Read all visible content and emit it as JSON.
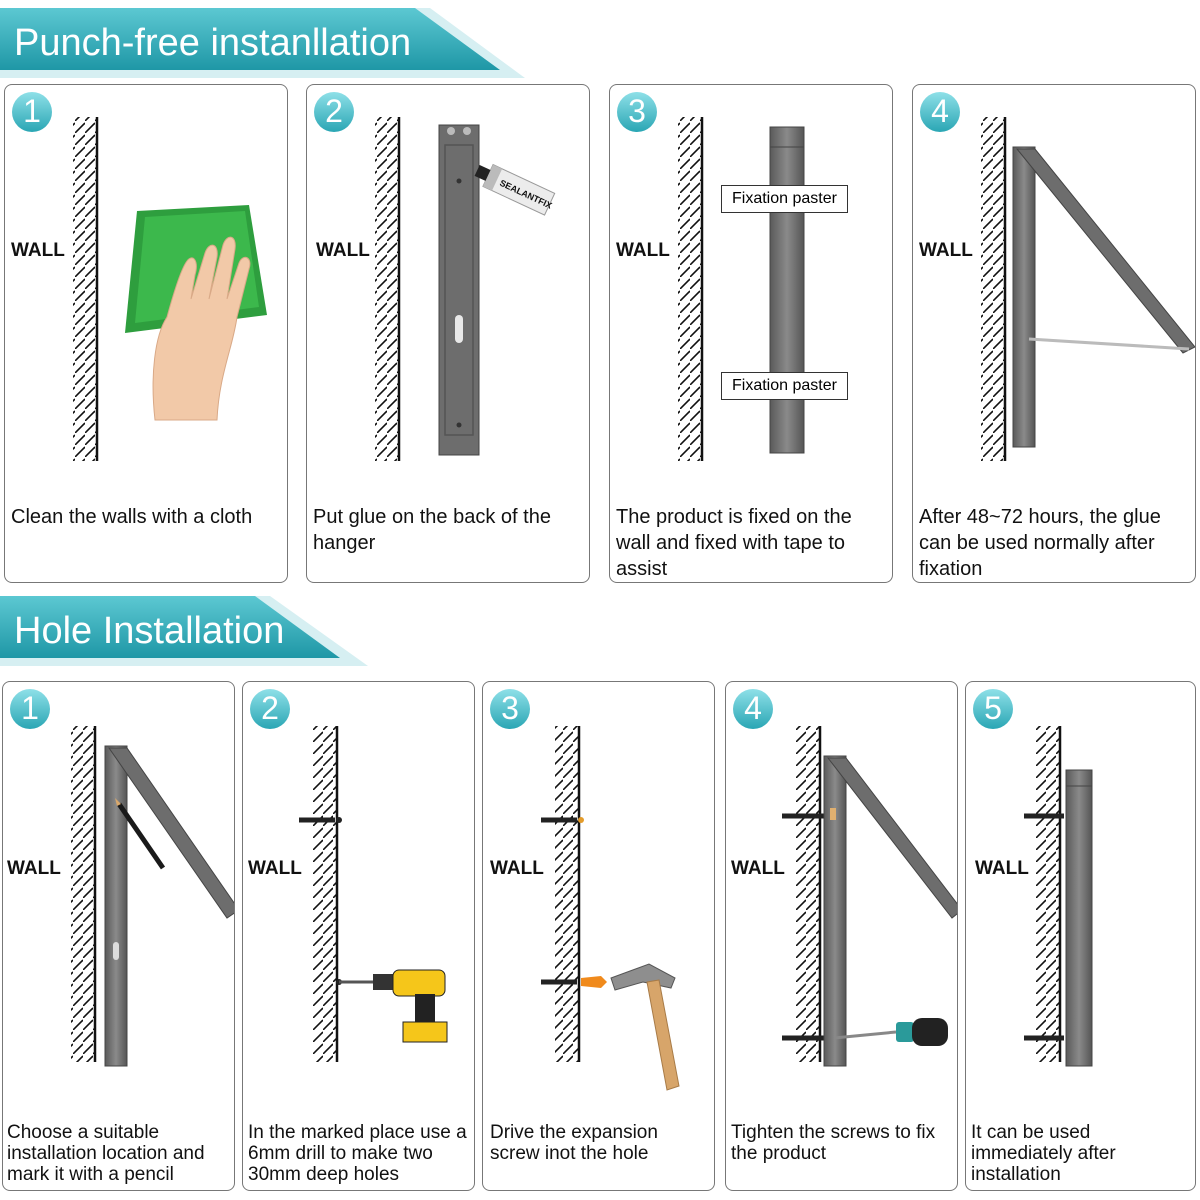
{
  "colors": {
    "banner_teal": "#2aa6b4",
    "badge_teal": "#34b3c2",
    "bracket_gray": "#6c6c6c"
  },
  "sections": {
    "punch_free": {
      "title": "Punch-free instanllation",
      "steps": [
        {
          "number": "1",
          "wall": "WALL",
          "caption": "Clean the walls with a cloth",
          "image": "cloth-hand-icon"
        },
        {
          "number": "2",
          "wall": "WALL",
          "caption": "Put glue on the back of the hanger",
          "image": "glue-tube-icon",
          "glue_label": "SEALANTFIX"
        },
        {
          "number": "3",
          "wall": "WALL",
          "caption": "The product is fixed on the wall and fixed with tape to assist",
          "paster_top": "Fixation paster",
          "paster_bottom": "Fixation paster"
        },
        {
          "number": "4",
          "wall": "WALL",
          "caption": "After 48~72 hours, the glue can be used normally after fixation"
        }
      ]
    },
    "hole": {
      "title": "Hole Installation",
      "steps": [
        {
          "number": "1",
          "wall": "WALL",
          "caption": "Choose a suitable installation location and mark it with a pencil",
          "image": "pencil-icon"
        },
        {
          "number": "2",
          "wall": "WALL",
          "caption": "In the marked place use a 6mm drill to make two 30mm deep holes",
          "image": "drill-icon"
        },
        {
          "number": "3",
          "wall": "WALL",
          "caption": "Drive the expansion screw inot the hole",
          "image": "hammer-icon"
        },
        {
          "number": "4",
          "wall": "WALL",
          "caption": "Tighten the screws to fix the product",
          "image": "screwdriver-icon"
        },
        {
          "number": "5",
          "wall": "WALL",
          "caption": "It can be used immediately after installation"
        }
      ]
    }
  }
}
